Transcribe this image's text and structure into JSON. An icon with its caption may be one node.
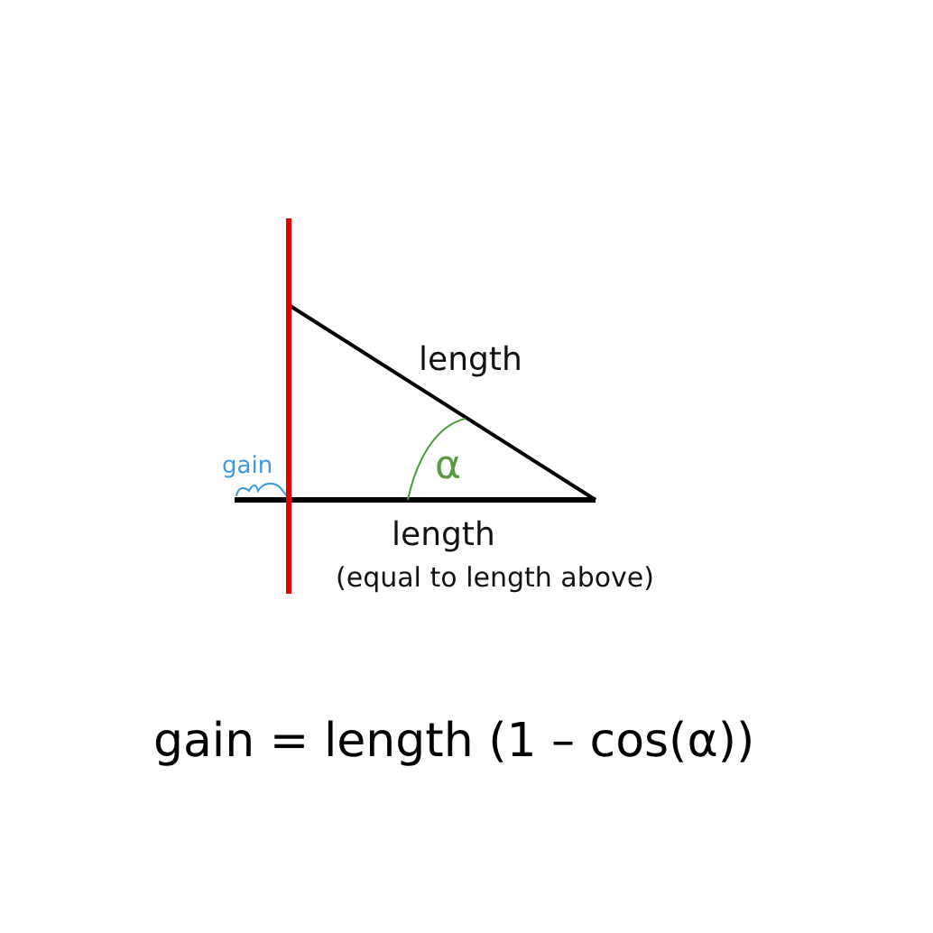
{
  "diagram": {
    "caption": "gain = length (1 – cos(α))",
    "labels": [
      "length",
      "gain",
      "α",
      "length",
      "(equal to length above)"
    ]
  }
}
